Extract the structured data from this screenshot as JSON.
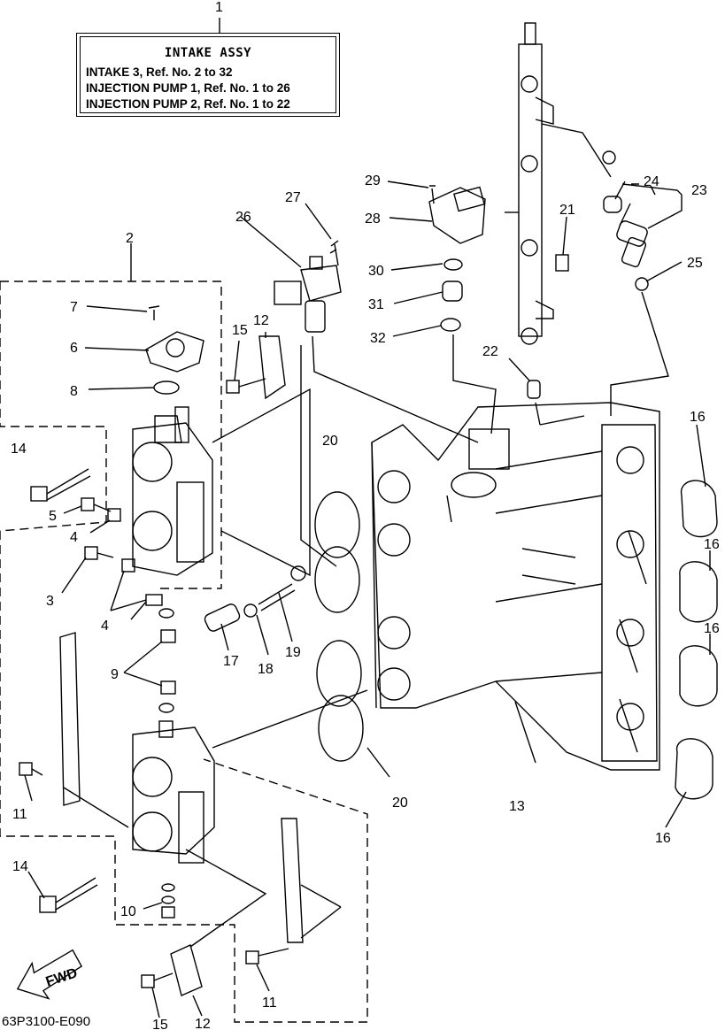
{
  "title_box": {
    "ref": "1",
    "heading": "INTAKE ASSY",
    "lines": [
      "INTAKE 3,  Ref. No. 2 to 32",
      "INJECTION PUMP 1,  Ref. No. 1 to 26",
      "INJECTION PUMP 2,  Ref. No. 1 to 22"
    ]
  },
  "callouts": {
    "c2": "2",
    "c3": "3",
    "c4a": "4",
    "c4b": "4",
    "c5": "5",
    "c6": "6",
    "c7": "7",
    "c8": "8",
    "c9": "9",
    "c10": "10",
    "c11a": "11",
    "c11b": "11",
    "c12a": "12",
    "c12b": "12",
    "c13": "13",
    "c14a": "14",
    "c14b": "14",
    "c15a": "15",
    "c15b": "15",
    "c16a": "16",
    "c16b": "16",
    "c16c": "16",
    "c16d": "16",
    "c17": "17",
    "c18": "18",
    "c19": "19",
    "c20a": "20",
    "c20b": "20",
    "c21": "21",
    "c22": "22",
    "c23": "23",
    "c24": "24",
    "c25": "25",
    "c26": "26",
    "c27": "27",
    "c28": "28",
    "c29": "29",
    "c30": "30",
    "c31": "31",
    "c32": "32"
  },
  "fwd_label": "FWD",
  "drawing_code": "63P3100-E090"
}
